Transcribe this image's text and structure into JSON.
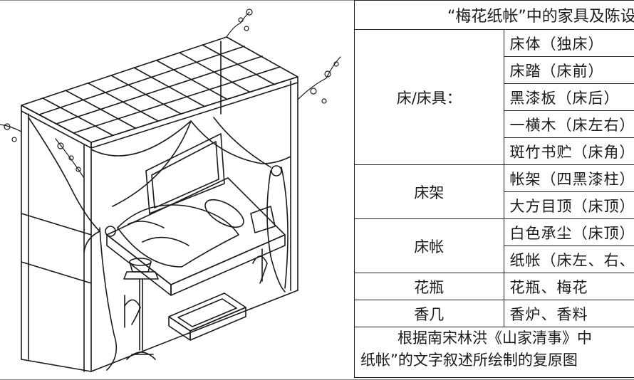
{
  "table": {
    "title": "“梅花纸帐”中的家具及陈设",
    "rows": [
      {
        "category": "床/床具：",
        "items": [
          "床体（独床）",
          "床踏（床前）",
          "黑漆板（床后）",
          "一横木（床左右）",
          "斑竹书贮（床角）"
        ]
      },
      {
        "category": "床架",
        "items": [
          "帐架（四黑漆柱）",
          "大方目顶（床顶）"
        ]
      },
      {
        "category": "床帐",
        "items": [
          "白色承尘（床顶）",
          "纸帐（床左、右、后）"
        ]
      },
      {
        "category": "花瓶",
        "items": [
          "花瓶、梅花"
        ]
      },
      {
        "category": "香几",
        "items": [
          "香炉、香料"
        ]
      }
    ],
    "caption_line1": "根据南宋林洪《山家清事》中",
    "caption_line2": "纸帐”的文字叙述所绘制的复原图"
  },
  "illustration": {
    "subject": "plum-blossom-paper-canopy-bed",
    "stroke_color": "#1a1a1a"
  }
}
